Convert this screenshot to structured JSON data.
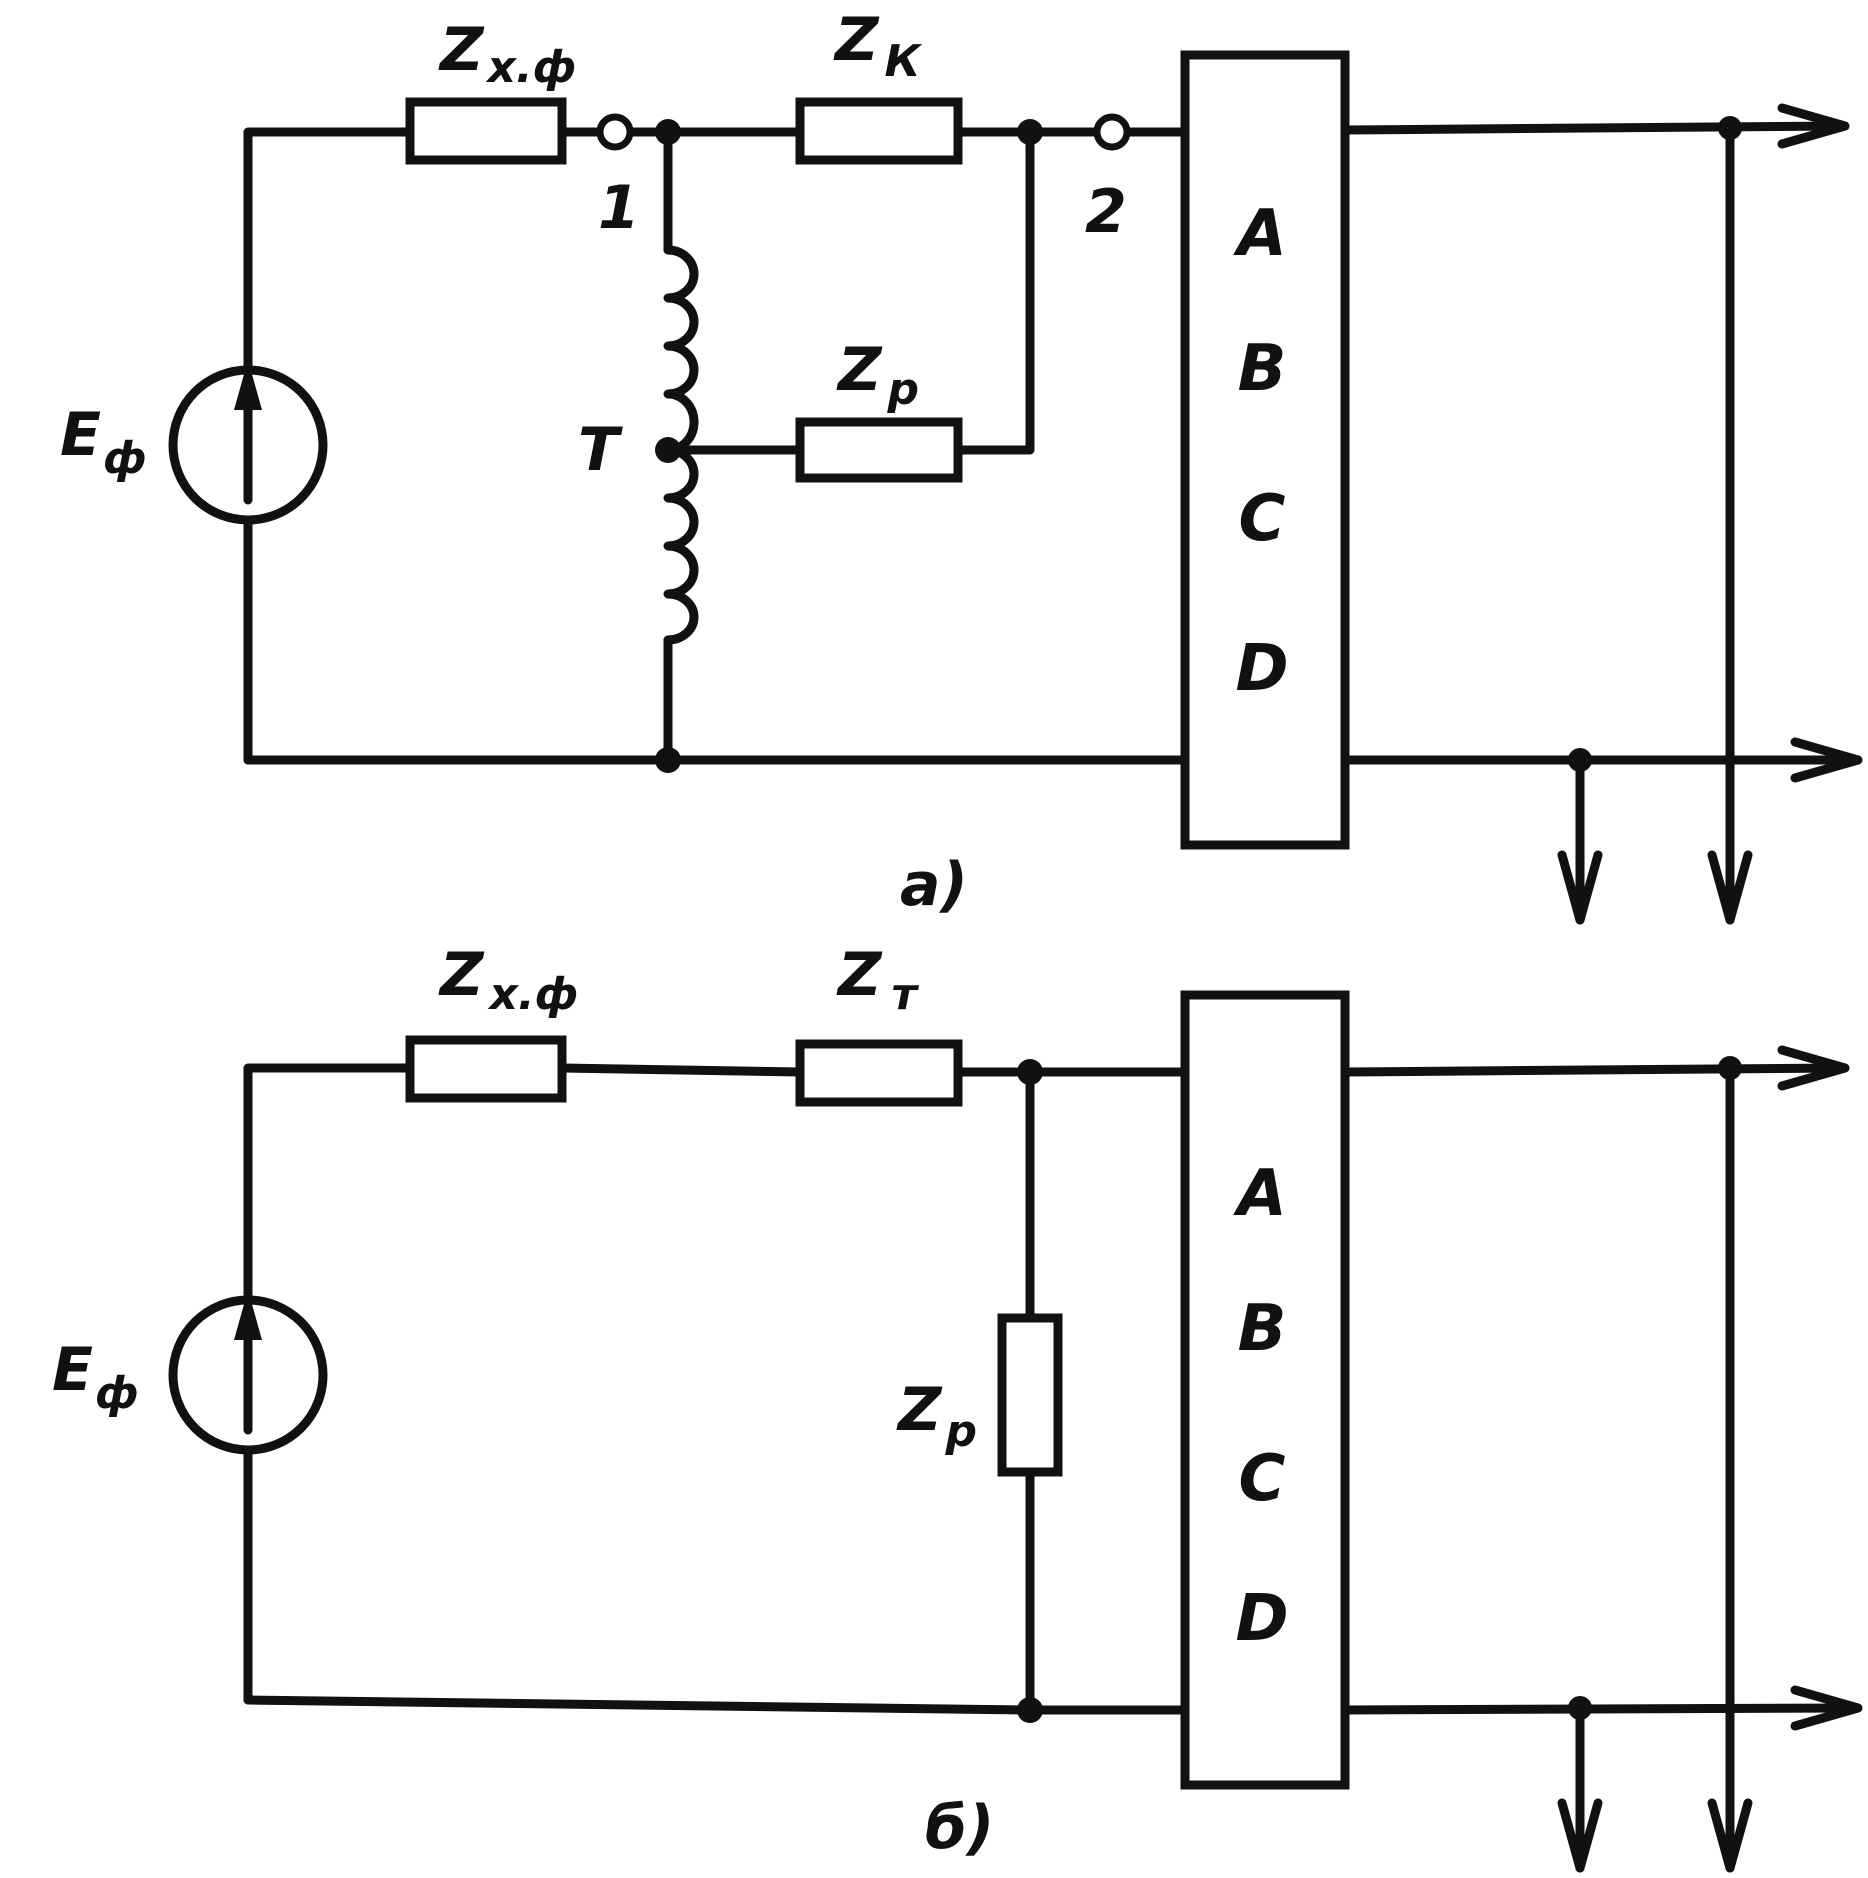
{
  "diagram_a": {
    "label_zxf_main": "Z",
    "label_zxf_sub": "x.ф",
    "label_zk_main": "Z",
    "label_zk_sub": "К",
    "label_zp_main": "Z",
    "label_zp_sub": "p",
    "label_e_main": "E",
    "label_e_sub": "ф",
    "terminal_1": "1",
    "terminal_2": "2",
    "tap_label": "T",
    "block_lines": [
      "A",
      "B",
      "C",
      "D"
    ],
    "caption": "а)"
  },
  "diagram_b": {
    "label_zxf_main": "Z",
    "label_zxf_sub": "x.ф",
    "label_zt_main": "Z",
    "label_zt_sub": "т",
    "label_zp_main": "Z",
    "label_zp_sub": "p",
    "label_e_main": "E",
    "label_e_sub": "ф",
    "block_lines": [
      "A",
      "B",
      "C",
      "D"
    ],
    "caption": "б)"
  }
}
